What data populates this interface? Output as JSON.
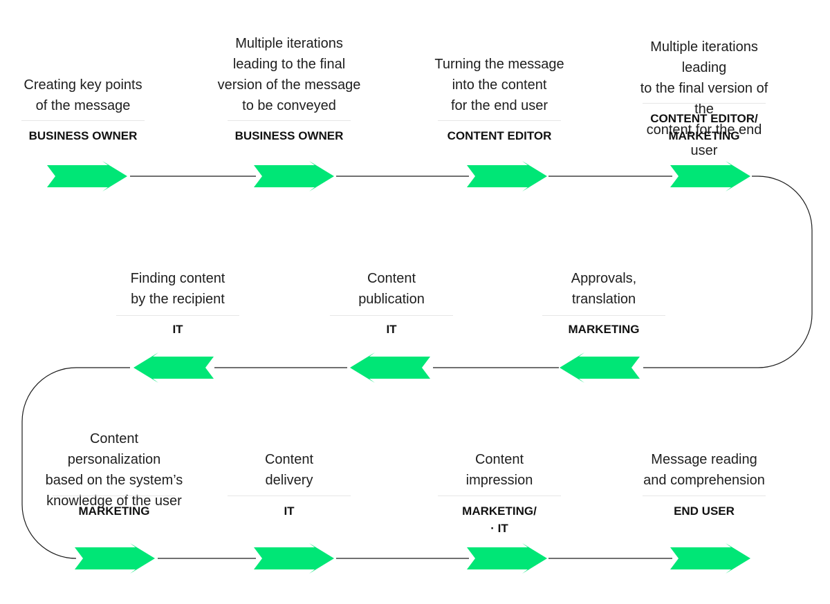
{
  "colors": {
    "arrow": "#00e676",
    "line": "#1a1a1a",
    "separator": "#e6e6e6"
  },
  "steps": [
    {
      "description": "Creating key points\nof the message",
      "owner": "BUSINESS OWNER",
      "arrow_direction": "right"
    },
    {
      "description": "Multiple iterations\nleading to the final\nversion of the message\nto be conveyed",
      "owner": "BUSINESS OWNER",
      "arrow_direction": "right"
    },
    {
      "description": "Turning the message\ninto the content\nfor the end user",
      "owner": "CONTENT EDITOR",
      "arrow_direction": "right"
    },
    {
      "description": "Multiple iterations leading\nto the final version of the\ncontent for the end user",
      "owner": "CONTENT EDITOR/\nMARKETING",
      "arrow_direction": "right"
    },
    {
      "description": "Approvals,\ntranslation",
      "owner": "MARKETING",
      "arrow_direction": "left"
    },
    {
      "description": "Content\npublication",
      "owner": "IT",
      "arrow_direction": "left"
    },
    {
      "description": "Finding content\nby the recipient",
      "owner": "IT",
      "arrow_direction": "left"
    },
    {
      "description": "Content personalization\nbased on the system’s\nknowledge of the user",
      "owner": "MARKETING",
      "arrow_direction": "right"
    },
    {
      "description": "Content\ndelivery",
      "owner": "IT",
      "arrow_direction": "right"
    },
    {
      "description": "Content\nimpression",
      "owner": "MARKETING/\n· IT",
      "arrow_direction": "right"
    },
    {
      "description": "Message reading\nand comprehension",
      "owner": "END USER",
      "arrow_direction": "right"
    }
  ]
}
